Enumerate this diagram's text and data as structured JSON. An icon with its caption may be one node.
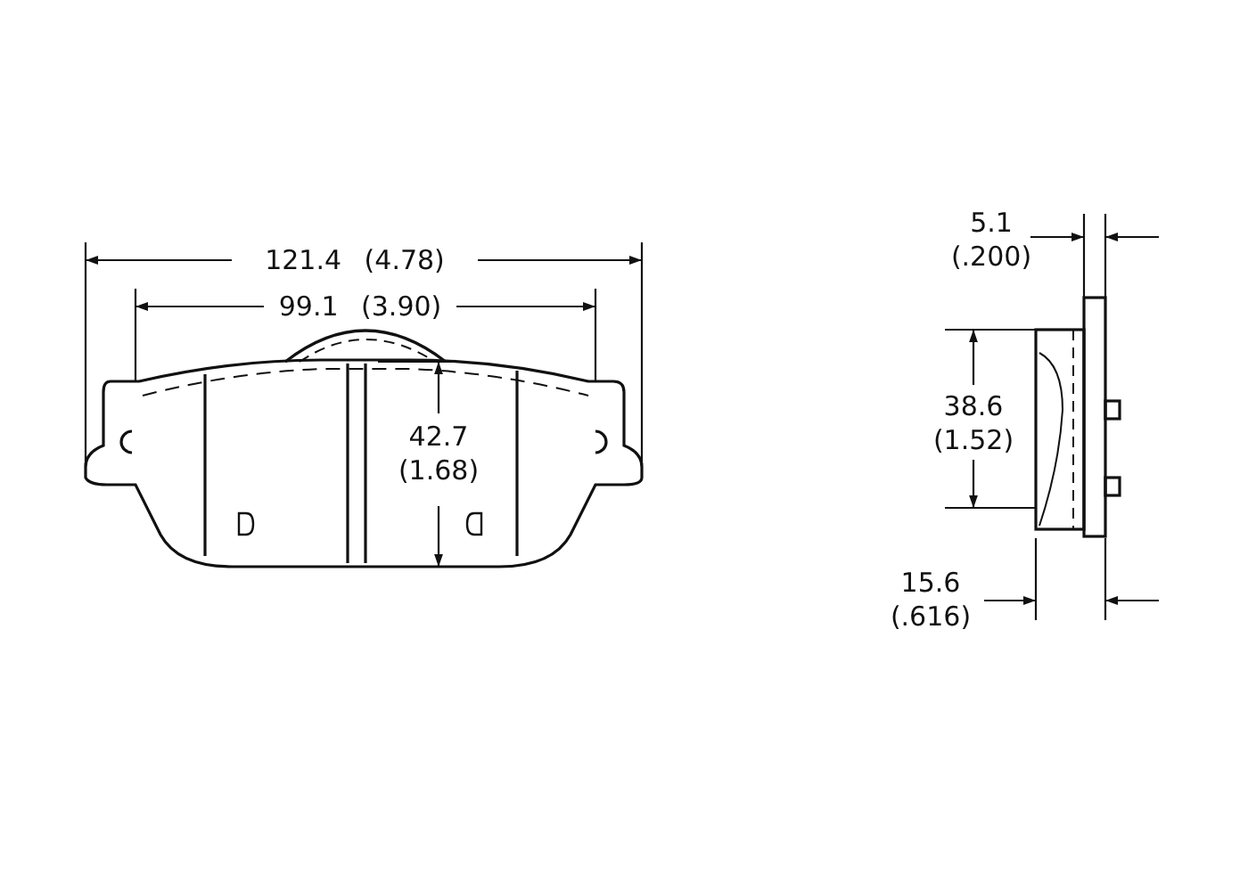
{
  "diagram": {
    "labels": [
      "121.4 (4.78)",
      "99.1 (3.90)",
      "42.7 (1.68)",
      "5.1 (.200)",
      "38.6 (1.52)",
      "15.6 (.616)"
    ]
  }
}
